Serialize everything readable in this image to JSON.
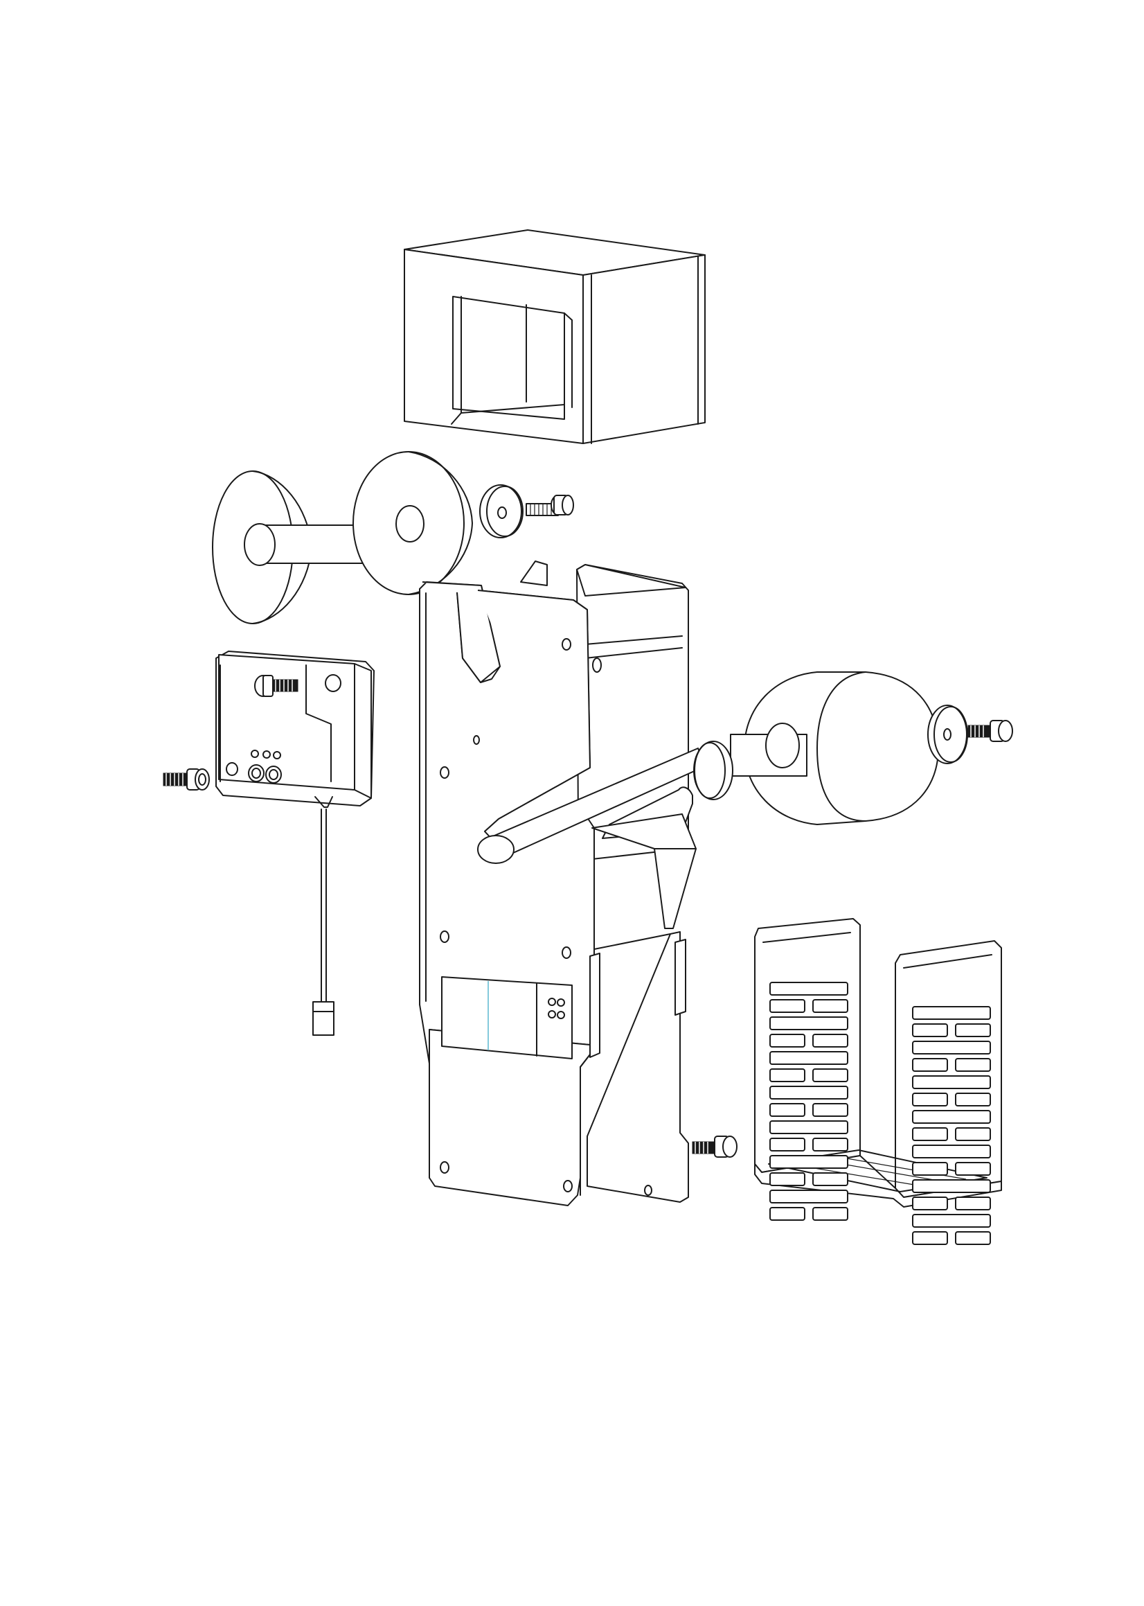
{
  "diagram": {
    "kind": "exploded-view line drawing",
    "stroke_color": "#1a1a1a",
    "background": "#ffffff",
    "accent_line_color": "#5bb9d0",
    "parts": [
      {
        "id": "top-cover",
        "icon": "u-shaped-cover"
      },
      {
        "id": "spool-reel",
        "icon": "double-flange-spool"
      },
      {
        "id": "retaining-washer-upper",
        "icon": "washer"
      },
      {
        "id": "thumb-screw-upper",
        "icon": "screw"
      },
      {
        "id": "control-box",
        "icon": "enclosure-with-cable"
      },
      {
        "id": "thumb-screw-box",
        "icon": "screw"
      },
      {
        "id": "thumb-screw-left",
        "icon": "screw"
      },
      {
        "id": "main-frame",
        "icon": "bent-sheet-metal-frame"
      },
      {
        "id": "label-roll",
        "icon": "cylindrical-roll"
      },
      {
        "id": "retaining-washer-roll",
        "icon": "washer"
      },
      {
        "id": "thumb-screw-roll",
        "icon": "screw"
      },
      {
        "id": "thumb-screw-lower",
        "icon": "screw"
      },
      {
        "id": "collection-basket",
        "icon": "slotted-u-basket"
      }
    ]
  }
}
